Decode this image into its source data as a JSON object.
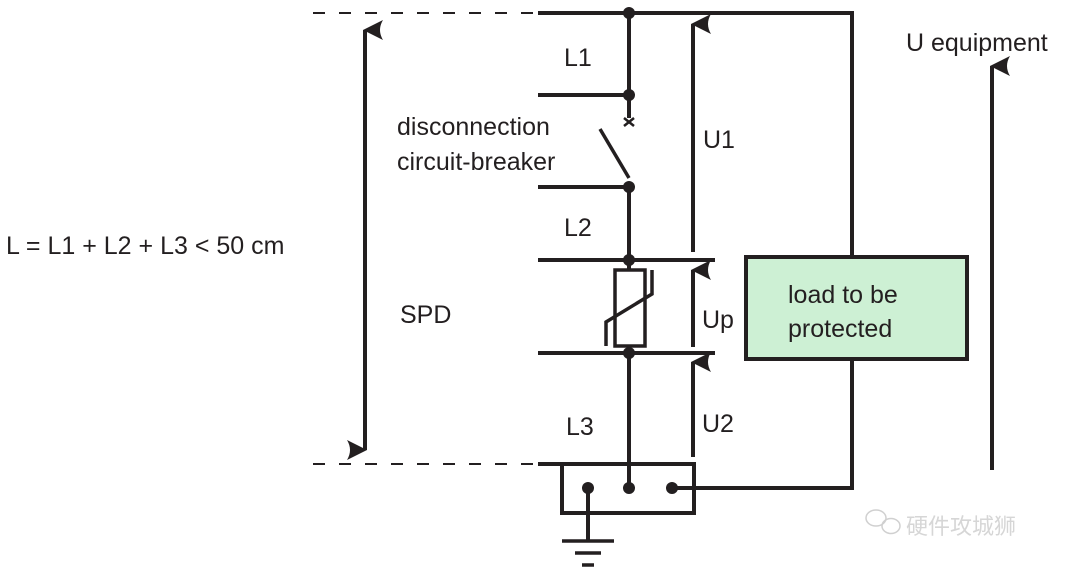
{
  "diagram": {
    "formula": "L = L1 + L2 + L3 < 50 cm",
    "labels": {
      "l1": "L1",
      "l2": "L2",
      "l3": "L3",
      "breaker_line1": "disconnection",
      "breaker_line2": "circuit-breaker",
      "spd": "SPD",
      "u1": "U1",
      "up": "Up",
      "u2": "U2",
      "u_equipment": "U equipment",
      "load_line1": "load to be",
      "load_line2": "protected"
    },
    "colors": {
      "stroke": "#231f20",
      "load_fill": "#cdf0d4"
    }
  },
  "watermark": {
    "icon": "wechat-icon",
    "text": "硬件攻城狮"
  }
}
